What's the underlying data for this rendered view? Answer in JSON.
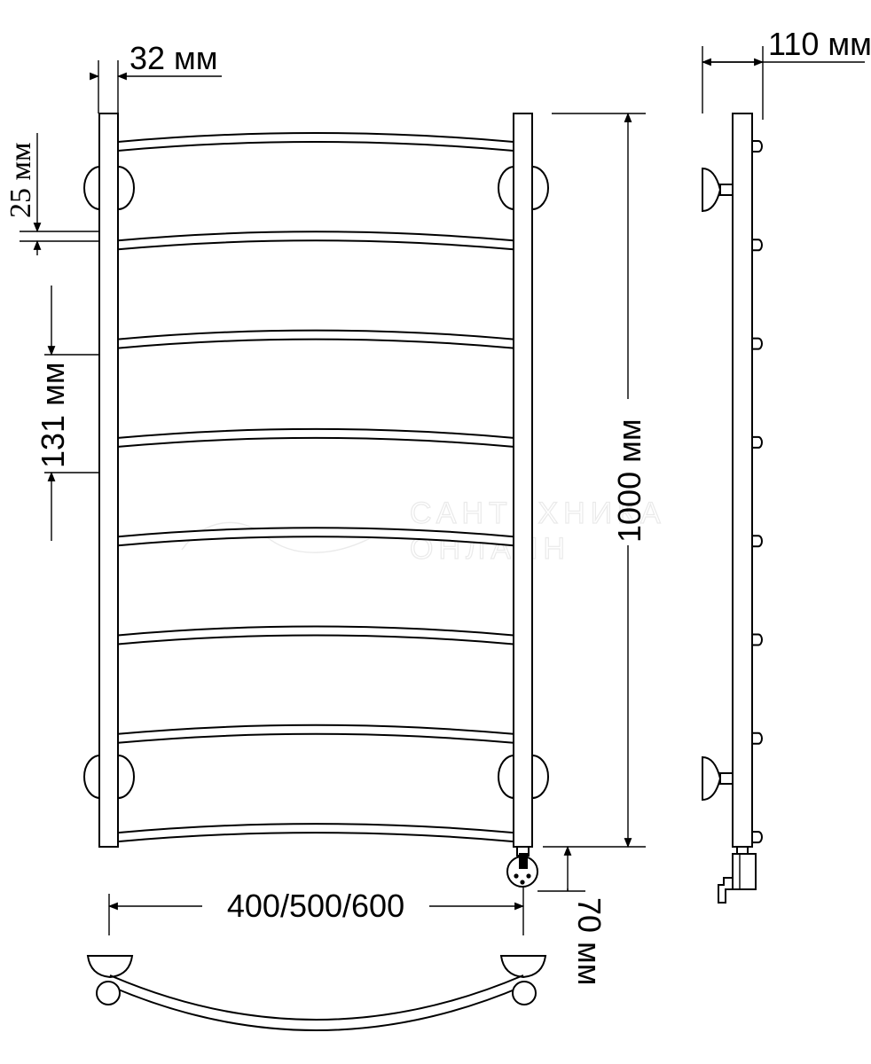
{
  "dimensions": {
    "tube_width": "32 мм",
    "wall_gap": "25 мм",
    "rung_pitch": "131 мм",
    "height": "1000 мм",
    "depth": "110 мм",
    "width": "400/500/600",
    "bottom_offset": "70 мм"
  },
  "watermark": {
    "line1": "САНТЕХНИКА",
    "line2": "ОНЛАЙН"
  },
  "rungs": {
    "count": 8
  }
}
